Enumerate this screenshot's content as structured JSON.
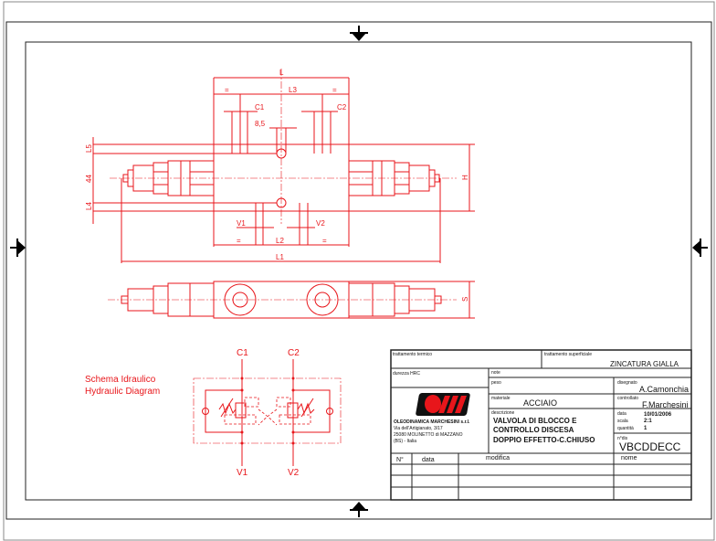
{
  "drawing": {
    "dims": {
      "L": "L",
      "L1": "L1",
      "L2": "L2",
      "L3": "L3",
      "L4": "L4",
      "L5": "L5",
      "H": "H",
      "S": "S",
      "C1": "C1",
      "C2": "C2",
      "V1": "V1",
      "V2": "V2",
      "hole": "8,5",
      "width": "44",
      "eq": "="
    },
    "schema_it": "Schema Idraulico",
    "schema_en": "Hydraulic Diagram",
    "ports": {
      "c1": "C1",
      "c2": "C2",
      "v1": "V1",
      "v2": "V2"
    }
  },
  "title_block": {
    "trattamento_termico_label": "trattamento termico",
    "trattamento_superficiale_label": "trattamento superficiale",
    "trattamento_superficiale": "ZINCATURA GIALLA",
    "durezza_label": "durezza HRC",
    "note_label": "note",
    "peso_label": "peso",
    "disegnato_label": "disegnato",
    "disegnato": "A.Camonchia",
    "materiale_label": "materiale",
    "materiale": "ACCIAIO",
    "controllato_label": "controllato",
    "controllato": "F.Marchesini",
    "descrizione_label": "descrizione",
    "descrizione": [
      "VALVOLA DI BLOCCO E",
      "CONTROLLO DISCESA",
      "DOPPIO EFFETTO-C.CHIUSO"
    ],
    "data_label": "data",
    "data": "10/01/2006",
    "scala_label": "scala",
    "scala": "2:1",
    "quantita_label": "quantità",
    "quantita": "1",
    "ndis_label": "n°dis",
    "ndis": "VBCDDECC",
    "company": [
      "OLEODINAMICA MARCHESINI s.r.l.",
      "Via dell'Artigianato, 3/17",
      "25080 MOLINETTO di MAZZANO",
      "(BS) - Italia"
    ],
    "rev_headers": {
      "n": "N°",
      "data": "data",
      "modifica": "modifica",
      "nome": "nome"
    }
  },
  "colors": {
    "drawing": "#e8161b",
    "frame": "#222222"
  }
}
